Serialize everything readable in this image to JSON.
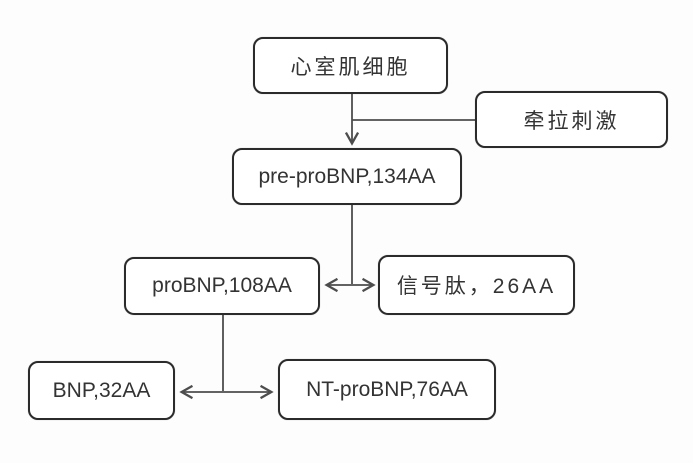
{
  "diagram": {
    "title": "BNP synthesis pathway flowchart",
    "nodes": {
      "ventricular_myocyte": {
        "label": "心室肌细胞"
      },
      "stretch_stimulus": {
        "label": "牵拉刺激"
      },
      "pre_probnp": {
        "label": "pre-proBNP,134AA"
      },
      "probnp": {
        "label": "proBNP,108AA"
      },
      "signal_peptide": {
        "label": "信号肽，26AA"
      },
      "bnp": {
        "label": "BNP,32AA"
      },
      "nt_probnp": {
        "label": "NT-proBNP,76AA"
      }
    },
    "edges": [
      {
        "from": "ventricular_myocyte",
        "to": "pre_probnp",
        "type": "arrow-down"
      },
      {
        "from": "stretch_stimulus",
        "to": "ventricular_myocyte_arrow",
        "type": "plain-line"
      },
      {
        "from": "pre_probnp",
        "to": "probnp_signal_split",
        "type": "plain-line"
      },
      {
        "from": "probnp",
        "to": "signal_peptide",
        "type": "double-arrow"
      },
      {
        "from": "probnp",
        "to": "bnp_nt_split",
        "type": "plain-line"
      },
      {
        "from": "bnp",
        "to": "nt_probnp",
        "type": "double-arrow"
      }
    ],
    "colors": {
      "box_border": "#2b2b2b",
      "box_fill": "#ffffff",
      "line": "#4d4d4d",
      "text": "#333333",
      "background": "#fdfdfd"
    }
  }
}
